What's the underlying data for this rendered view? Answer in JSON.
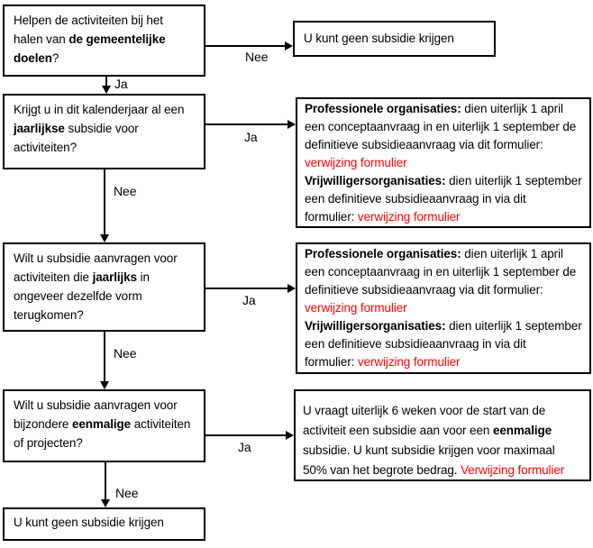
{
  "colors": {
    "box_border": "#000000",
    "text": "#000000",
    "accent_red": "#ff0000",
    "background": "#ffffff",
    "arrow": "#000000"
  },
  "nodes": {
    "q1": {
      "lines": [
        [
          {
            "t": "Helpen de activiteiten bij het"
          }
        ],
        [
          {
            "t": "halen van "
          },
          {
            "t": "de gemeentelijke",
            "b": true
          }
        ],
        [
          {
            "t": "doelen",
            "b": true
          },
          {
            "t": "?"
          }
        ]
      ]
    },
    "r1": {
      "lines": [
        [
          {
            "t": "U kunt geen subsidie krijgen"
          }
        ]
      ]
    },
    "q2": {
      "lines": [
        [
          {
            "t": "Krijgt u in dit kalenderjaar al een"
          }
        ],
        [
          {
            "t": "jaarlijkse",
            "b": true
          },
          {
            "t": " subsidie voor"
          }
        ],
        [
          {
            "t": "activiteiten?"
          }
        ]
      ]
    },
    "r2": {
      "lines": [
        [
          {
            "t": "Professionele organisaties:",
            "b": true
          },
          {
            "t": " dien uiterlijk 1 april"
          }
        ],
        [
          {
            "t": "een conceptaanvraag in en uiterlijk 1 september de"
          }
        ],
        [
          {
            "t": "definitieve subsidieaanvraag via dit formulier:"
          }
        ],
        [
          {
            "t": "verwijzing formulier",
            "r": true
          }
        ],
        [
          {
            "t": "Vrijwilligersorganisaties:",
            "b": true
          },
          {
            "t": " dien uiterlijk 1 september"
          }
        ],
        [
          {
            "t": "een definitieve subsidieaanvraag in via dit"
          }
        ],
        [
          {
            "t": "formulier: "
          },
          {
            "t": "verwijzing formulier",
            "r": true
          }
        ]
      ]
    },
    "q3": {
      "lines": [
        [
          {
            "t": "Wilt u subsidie aanvragen voor"
          }
        ],
        [
          {
            "t": "activiteiten die "
          },
          {
            "t": "jaarlijks",
            "b": true
          },
          {
            "t": " in"
          }
        ],
        [
          {
            "t": "ongeveer dezelfde vorm"
          }
        ],
        [
          {
            "t": "terugkomen?"
          }
        ]
      ]
    },
    "r3": {
      "lines": [
        [
          {
            "t": "Professionele organisaties:",
            "b": true
          },
          {
            "t": " dien uiterlijk 1 april"
          }
        ],
        [
          {
            "t": "een conceptaanvraag in en uiterlijk 1 september de"
          }
        ],
        [
          {
            "t": "definitieve subsidieaanvraag via dit formulier:"
          }
        ],
        [
          {
            "t": "verwijzing formulier",
            "r": true
          }
        ],
        [
          {
            "t": "Vrijwilligersorganisaties:",
            "b": true
          },
          {
            "t": " dien uiterlijk 1 september"
          }
        ],
        [
          {
            "t": "een definitieve subsidieaanvraag in via dit"
          }
        ],
        [
          {
            "t": "formulier: "
          },
          {
            "t": "verwijzing formulier",
            "r": true
          }
        ]
      ]
    },
    "q4": {
      "lines": [
        [
          {
            "t": "Wilt u subsidie aanvragen voor"
          }
        ],
        [
          {
            "t": "bijzondere "
          },
          {
            "t": "eenmalige",
            "b": true
          },
          {
            "t": " activiteiten"
          }
        ],
        [
          {
            "t": "of projecten?"
          }
        ]
      ]
    },
    "r4": {
      "lines": [
        [
          {
            "t": "U vraagt uiterlijk 6 weken voor de start van de"
          }
        ],
        [
          {
            "t": "activiteit een subsidie aan voor een "
          },
          {
            "t": "eenmalige",
            "b": true
          }
        ],
        [
          {
            "t": "subsidie. U kunt subsidie krijgen voor maximaal"
          }
        ],
        [
          {
            "t": "50% van het begrote bedrag. "
          },
          {
            "t": "Verwijzing formulier",
            "r": true
          }
        ]
      ]
    },
    "q5": {
      "lines": [
        [
          {
            "t": "U kunt geen subsidie krijgen"
          }
        ]
      ]
    }
  },
  "connectors": [
    {
      "from": "q1",
      "to": "r1",
      "label": "Nee"
    },
    {
      "from": "q1",
      "to": "q2",
      "label": "Ja"
    },
    {
      "from": "q2",
      "to": "r2",
      "label": "Ja"
    },
    {
      "from": "q2",
      "to": "q3",
      "label": "Nee"
    },
    {
      "from": "q3",
      "to": "r3",
      "label": "Ja"
    },
    {
      "from": "q3",
      "to": "q4",
      "label": "Nee"
    },
    {
      "from": "q4",
      "to": "r4",
      "label": "Ja"
    },
    {
      "from": "q4",
      "to": "q5",
      "label": "Nee"
    }
  ]
}
